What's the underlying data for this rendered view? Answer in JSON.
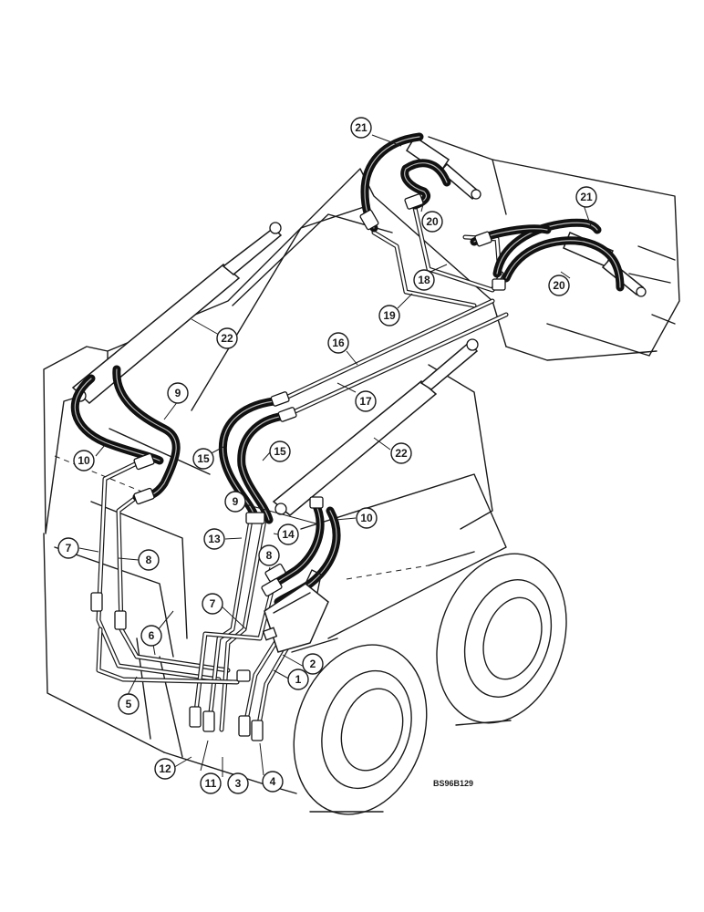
{
  "figure": {
    "reference_code": "BS96B129"
  },
  "callouts": [
    {
      "id": "c21a",
      "label": "21"
    },
    {
      "id": "c21b",
      "label": "21"
    },
    {
      "id": "c20a",
      "label": "20"
    },
    {
      "id": "c20b",
      "label": "20"
    },
    {
      "id": "c18",
      "label": "18"
    },
    {
      "id": "c19",
      "label": "19"
    },
    {
      "id": "c22a",
      "label": "22"
    },
    {
      "id": "c22b",
      "label": "22"
    },
    {
      "id": "c16",
      "label": "16"
    },
    {
      "id": "c17",
      "label": "17"
    },
    {
      "id": "c9a",
      "label": "9"
    },
    {
      "id": "c9b",
      "label": "9"
    },
    {
      "id": "c10a",
      "label": "10"
    },
    {
      "id": "c10b",
      "label": "10"
    },
    {
      "id": "c15a",
      "label": "15"
    },
    {
      "id": "c15b",
      "label": "15"
    },
    {
      "id": "c7a",
      "label": "7"
    },
    {
      "id": "c7b",
      "label": "7"
    },
    {
      "id": "c8a",
      "label": "8"
    },
    {
      "id": "c8b",
      "label": "8"
    },
    {
      "id": "c13",
      "label": "13"
    },
    {
      "id": "c14",
      "label": "14"
    },
    {
      "id": "c6",
      "label": "6"
    },
    {
      "id": "c5",
      "label": "5"
    },
    {
      "id": "c2",
      "label": "2"
    },
    {
      "id": "c1",
      "label": "1"
    },
    {
      "id": "c12",
      "label": "12"
    },
    {
      "id": "c11",
      "label": "11"
    },
    {
      "id": "c3",
      "label": "3"
    },
    {
      "id": "c4",
      "label": "4"
    }
  ]
}
